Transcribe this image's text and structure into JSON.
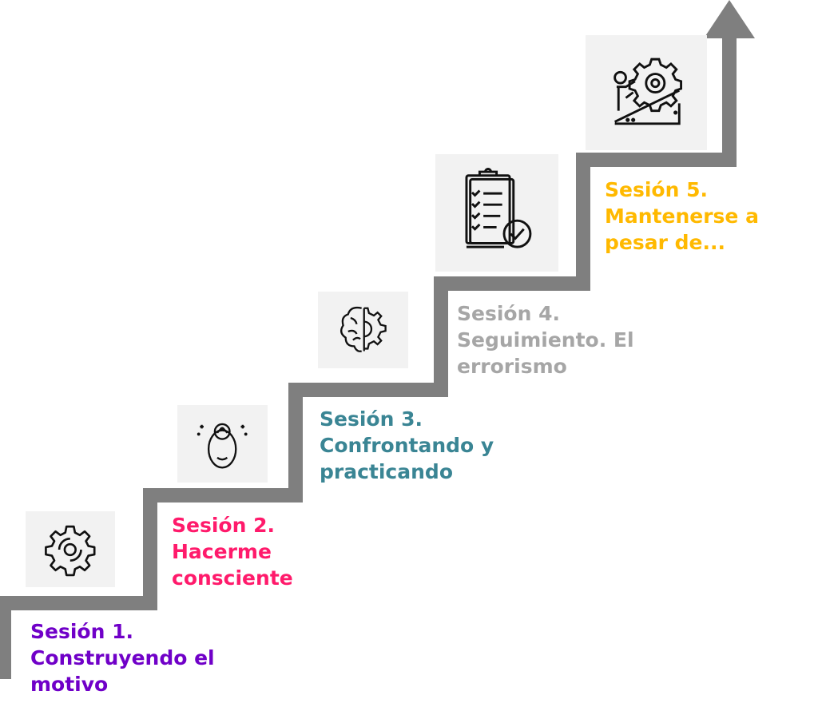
{
  "colors": {
    "stair": "#7f7f7f",
    "icon_bg": "#f2f2f2",
    "session1": "#7000c8",
    "session2": "#ff1a6b",
    "session3": "#3a8594",
    "session4": "#a6a6a6",
    "session5": "#ffb900"
  },
  "sessions": [
    {
      "icon": "gear-icon",
      "lines": [
        "Sesión 1.",
        "Construyendo el",
        "motivo"
      ]
    },
    {
      "icon": "mindful-head-icon",
      "lines": [
        "Sesión 2.",
        "Hacerme",
        "consciente"
      ]
    },
    {
      "icon": "brain-gear-icon",
      "lines": [
        "Sesión 3.",
        "Confrontando y",
        "practicando"
      ]
    },
    {
      "icon": "clipboard-check-icon",
      "lines": [
        "Sesión 4.",
        "Seguimiento. El",
        "errorismo"
      ]
    },
    {
      "icon": "person-pushing-gear-icon",
      "lines": [
        "Sesión 5.",
        "Mantenerse a",
        "pesar de..."
      ]
    }
  ]
}
